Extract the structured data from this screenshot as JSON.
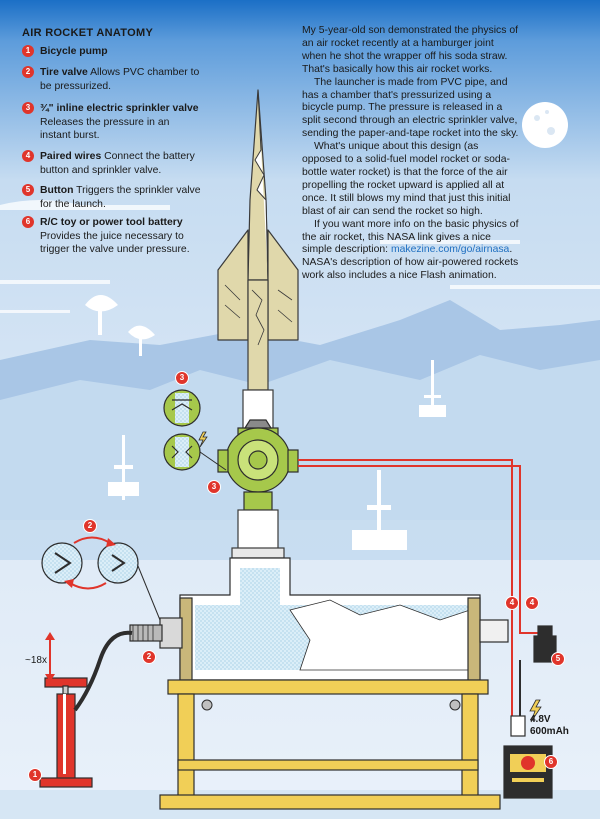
{
  "heading": "AIR ROCKET ANATOMY",
  "parts": [
    {
      "num": "1",
      "name": "Bicycle pump",
      "desc": ""
    },
    {
      "num": "2",
      "name": "Tire valve",
      "desc": "Allows PVC chamber to be pressurized."
    },
    {
      "num": "3",
      "name": "¾\" inline electric sprinkler valve",
      "desc": "Releases the pressure in an instant burst."
    },
    {
      "num": "4",
      "name": "Paired wires",
      "desc": "Connect the battery button and sprinkler valve."
    },
    {
      "num": "5",
      "name": "Button",
      "desc": "Triggers the sprinkler valve for the launch."
    },
    {
      "num": "6",
      "name": "R/C toy or power tool battery",
      "desc": "Provides the juice necessary to trigger the valve under pressure."
    }
  ],
  "article": {
    "p1": "My 5-year-old son demonstrated the physics of an air rocket recently at a hamburger joint when he shot the wrapper off his soda straw. That's basically how this air rocket works.",
    "p2": "The launcher is made from PVC pipe, and has a chamber that's pressurized using a bicycle pump. The pressure is released in a split second through an electric sprinkler valve, sending the paper-and-tape rocket into the sky.",
    "p3": "What's unique about this design (as opposed to a solid-fuel model rocket or soda-bottle water rocket) is that the force of the air propelling the rocket upward is applied all at once. It still blows my mind that just this initial blast of air can send the rocket so high.",
    "p4_before": "If you want more info on the basic physics of the air rocket, this NASA link gives a nice simple description: ",
    "p4_link": "makezine.com/go/airnasa",
    "p4_after": ". NASA's description of how air-powered rockets work also includes a nice Flash animation."
  },
  "callouts": {
    "c1": "1",
    "c2a": "2",
    "c2b": "2",
    "c3a": "3",
    "c3b": "3",
    "c4a": "4",
    "c4b": "4",
    "c5": "5",
    "c6": "6"
  },
  "pump_ratio": "~18x",
  "battery_label_1": "4.8V",
  "battery_label_2": "600mAh",
  "colors": {
    "sky": "#c8ddf2",
    "mountain": "#b3cde8",
    "accent_red": "#e0352b",
    "valve_green": "#a6c84b",
    "wood": "#f1cf57",
    "rocket": "#e0d8ab",
    "link": "#1f6fc0"
  },
  "icons": [
    "bolt-icon",
    "moon-icon",
    "satellite-dish-icon",
    "radio-tower-icon"
  ]
}
